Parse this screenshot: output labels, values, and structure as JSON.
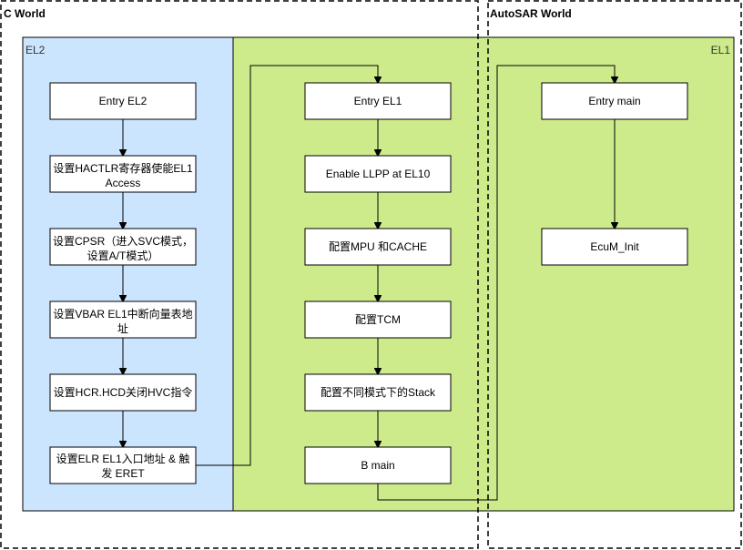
{
  "worlds": {
    "c_world": "C World",
    "autosar_world": "AutoSAR World"
  },
  "regions": {
    "el2": "EL2",
    "el1": "EL1"
  },
  "colors": {
    "el2_fill": "#cce5ff",
    "el1_fill": "#cdeb8b",
    "line": "#000000"
  },
  "nodes": {
    "entry_el2": [
      "Entry EL2"
    ],
    "set_hactlr": [
      "设置HACTLR寄存器使能EL1",
      "Access"
    ],
    "set_cpsr": [
      "设置CPSR（进入SVC模式，",
      "设置A/T模式）"
    ],
    "set_vbar": [
      "设置VBAR EL1中断向量表地",
      "址"
    ],
    "set_hcr": [
      "设置HCR.HCD关闭HVC指令"
    ],
    "set_elr": [
      "设置ELR EL1入口地址 & 触",
      "发 ERET"
    ],
    "entry_el1": [
      "Entry EL1"
    ],
    "enable_llpp": [
      "Enable LLPP at EL10"
    ],
    "config_mpu": [
      "配置MPU 和CACHE"
    ],
    "config_tcm": [
      "配置TCM"
    ],
    "config_stack": [
      "配置不同模式下的Stack"
    ],
    "b_main": [
      "B main"
    ],
    "entry_main": [
      "Entry main"
    ],
    "ecum_init": [
      "EcuM_Init"
    ]
  }
}
